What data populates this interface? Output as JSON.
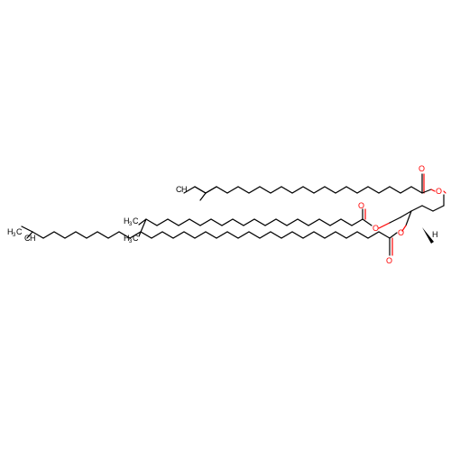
{
  "molecule": {
    "oxygen_label": "O",
    "hydrogen_label": "H",
    "methyl_labels": {
      "h3c_main": "H",
      "h3c_sub": "3",
      "h3c_c": "C",
      "ch3_c": "C",
      "ch3_h": "H",
      "ch3_sub": "3"
    }
  },
  "colors": {
    "bond": "#000000",
    "oxygen": "#ff0000"
  }
}
